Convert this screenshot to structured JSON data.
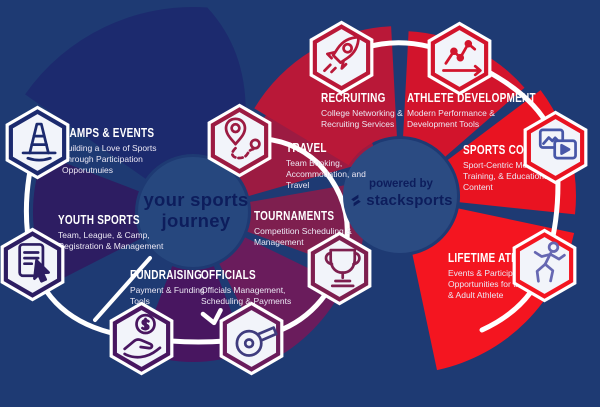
{
  "center": {
    "line1": "your sports",
    "line2": "journey"
  },
  "powered": {
    "label": "powered by",
    "brand": "stacksports"
  },
  "theme": {
    "background": "#1e3a73",
    "hub_left": "#26477e",
    "hub_right": "#2b4b82",
    "journey_path": "#ffffff",
    "hub_text": "#0d1d5c",
    "hexagon_fill": "#f2f4fa"
  },
  "segments": [
    {
      "id": "camps",
      "title": "CAMPS & EVENTS",
      "description": "Building a Love of Sports Through Participation Opporutnuies",
      "color": "#1c2a6e",
      "icon": "cone-icon"
    },
    {
      "id": "youth",
      "title": "YOUTH SPORTS",
      "description": "Team, League, & Camp, Registration & Management",
      "color": "#2d1d62",
      "icon": "registration-icon"
    },
    {
      "id": "fundraising",
      "title": "FUNDRAISING",
      "description": "Payment & Funding Tools",
      "color": "#481660",
      "icon": "donation-hand-icon"
    },
    {
      "id": "officials",
      "title": "OFFICIALS",
      "description": "Officials Management, Scheduling & Payments",
      "color": "#6a1c5c",
      "icon": "whistle-icon",
      "icon_color": "#3f3c7e"
    },
    {
      "id": "tournaments",
      "title": "TOURNAMENTS",
      "description": "Competition Scheduling & Management",
      "color": "#7e1f4f",
      "icon": "trophy-icon"
    },
    {
      "id": "travel",
      "title": "TRAVEL",
      "description": "Team Booking, Accommodation, and Travel",
      "color": "#9c1b42",
      "icon": "map-pin-icon"
    },
    {
      "id": "recruiting",
      "title": "RECRUITING",
      "description": "College Networking & Recruiting Services",
      "color": "#b91838",
      "icon": "rocket-icon"
    },
    {
      "id": "athlete",
      "title": "ATHLETE DEVELOPMENT",
      "description": "Modern Performance & Development Tools",
      "color": "#d2142c",
      "icon": "growth-chart-icon"
    },
    {
      "id": "content",
      "title": "SPORTS CONTENT",
      "description": "Sport-Centric Media, Training, & Educational Content",
      "color": "#e91321",
      "icon": "media-icon",
      "icon_color": "#4757a8"
    },
    {
      "id": "lifetime",
      "title": "LIFETIME ATHLETES",
      "description": "Events & Participation Opportunities for the Lifetime & Adult Athlete",
      "color": "#f41520",
      "icon": "runner-icon",
      "icon_color": "#6667b2"
    }
  ]
}
